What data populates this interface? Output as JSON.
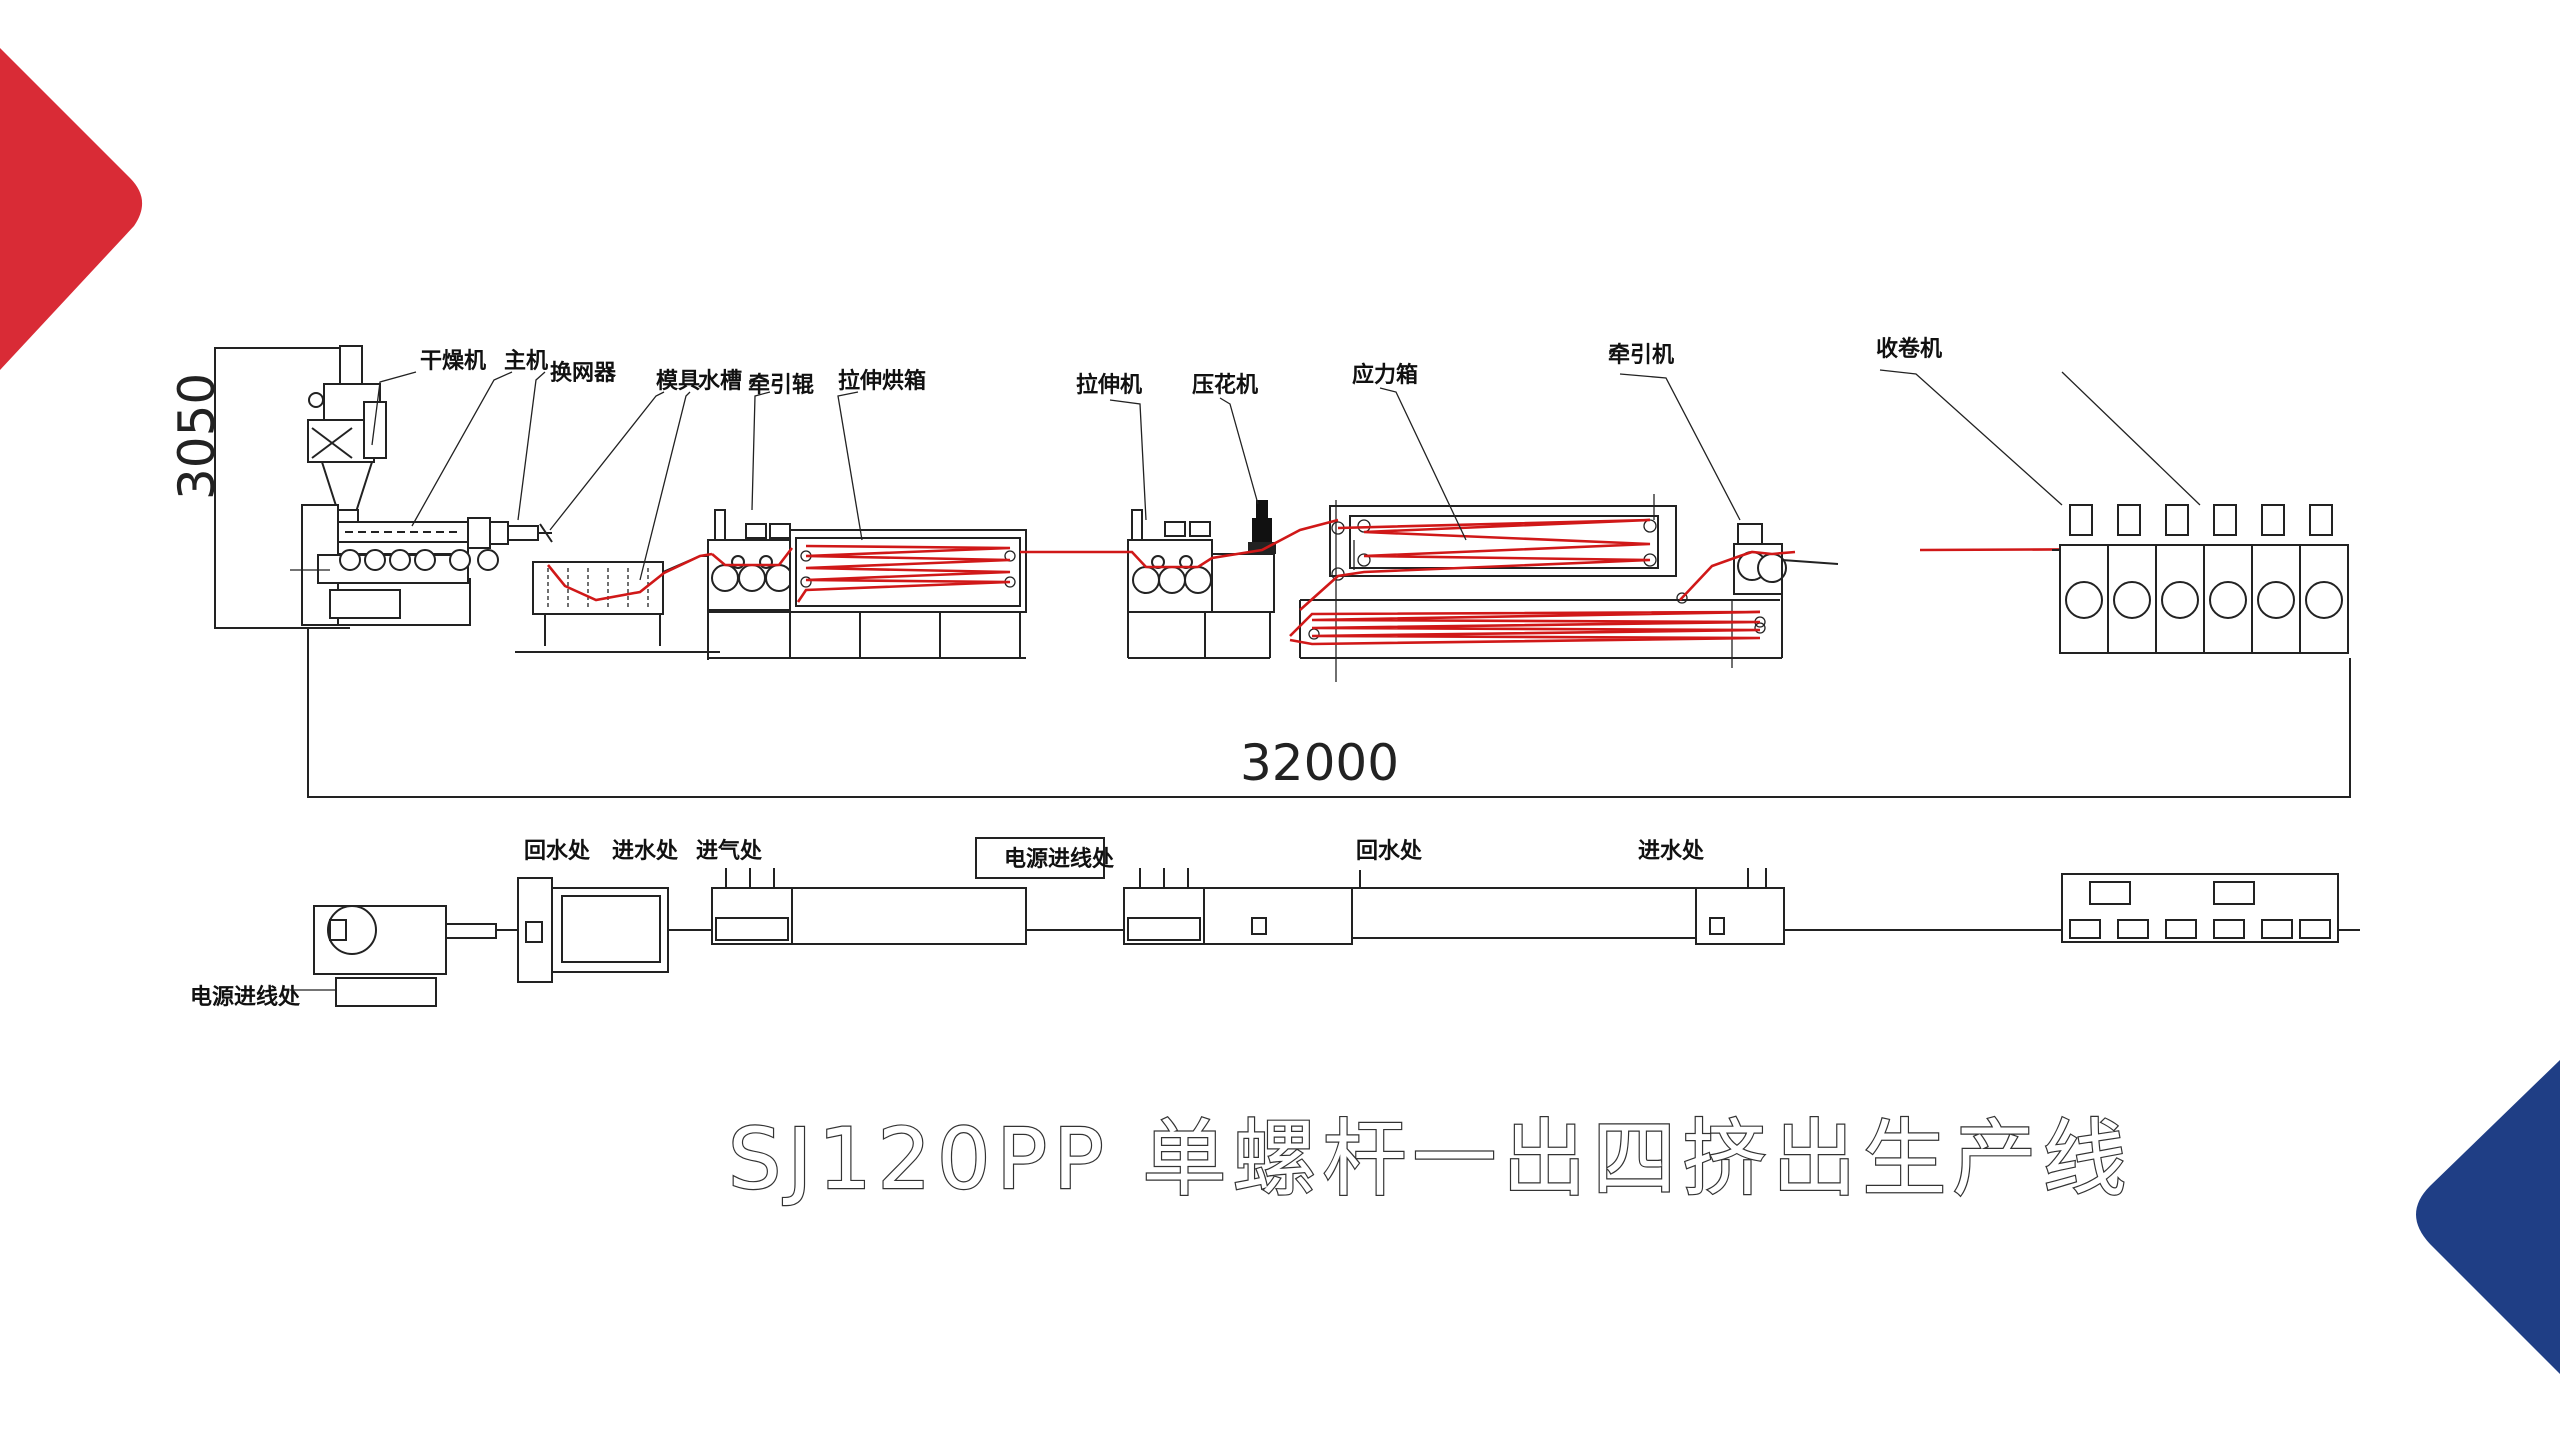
{
  "colors": {
    "accent_red": "#D92B36",
    "accent_blue": "#1F3E85",
    "path_red": "#D01818",
    "line": "#222222"
  },
  "title": "SJ120PP 单螺杆一出四挤出生产线",
  "dimensions": {
    "height": "3050",
    "length": "32000"
  },
  "side_view_labels": {
    "dryer": "干燥机",
    "main_machine": "主机",
    "screen_changer": "换网器",
    "die": "模具",
    "water_tank": "水槽",
    "haul_roller": "牵引辊",
    "stretch_oven": "拉伸烘箱",
    "stretcher": "拉伸机",
    "embosser": "压花机",
    "stress_box": "应力箱",
    "haul_off": "牵引机",
    "winder": "收卷机"
  },
  "plan_view_labels": {
    "water_return_1": "回水处",
    "water_inlet_1": "进水处",
    "air_inlet": "进气处",
    "power_inlet_top": "电源进线处",
    "water_return_2": "回水处",
    "water_inlet_2": "进水处",
    "power_inlet_left": "电源进线处"
  }
}
